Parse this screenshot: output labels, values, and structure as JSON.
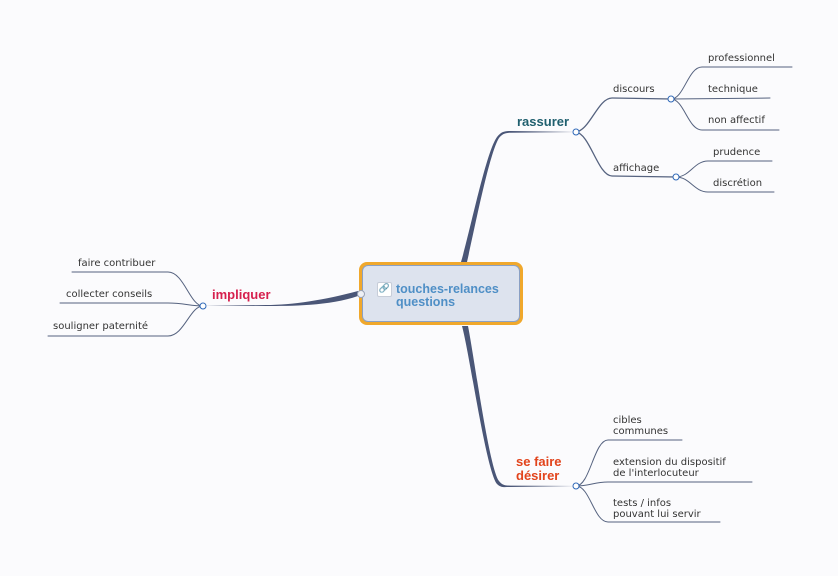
{
  "central": {
    "title_lines": [
      "touches-relances",
      "questions"
    ],
    "icon": "link-icon"
  },
  "colors": {
    "central_border": "#f0a82c",
    "central_fill": "#dde3ee",
    "central_text": "#4f8fc6",
    "branch_line": "#4a5677",
    "leaf_line": "#55627f",
    "knob_border": "#2f68b8"
  },
  "branches": {
    "rassurer": {
      "label": [
        "rassurer"
      ],
      "color": "#1f5f6e",
      "children": {
        "discours": {
          "label": [
            "discours"
          ],
          "leaves": [
            [
              "professionnel"
            ],
            [
              "technique"
            ],
            [
              "non affectif"
            ]
          ]
        },
        "affichage": {
          "label": [
            "affichage"
          ],
          "leaves": [
            [
              "prudence"
            ],
            [
              "discrétion"
            ]
          ]
        }
      }
    },
    "impliquer": {
      "label": [
        "impliquer"
      ],
      "color": "#d6204e",
      "leaves": [
        [
          "faire contribuer"
        ],
        [
          "collecter conseils"
        ],
        [
          "souligner paternité"
        ]
      ]
    },
    "desirer": {
      "label": [
        "se faire",
        "désirer"
      ],
      "color": "#e2441c",
      "leaves": [
        [
          "cibles",
          "communes"
        ],
        [
          "extension du dispositif",
          "de l'interlocuteur"
        ],
        [
          "tests / infos",
          "pouvant lui servir"
        ]
      ]
    }
  }
}
